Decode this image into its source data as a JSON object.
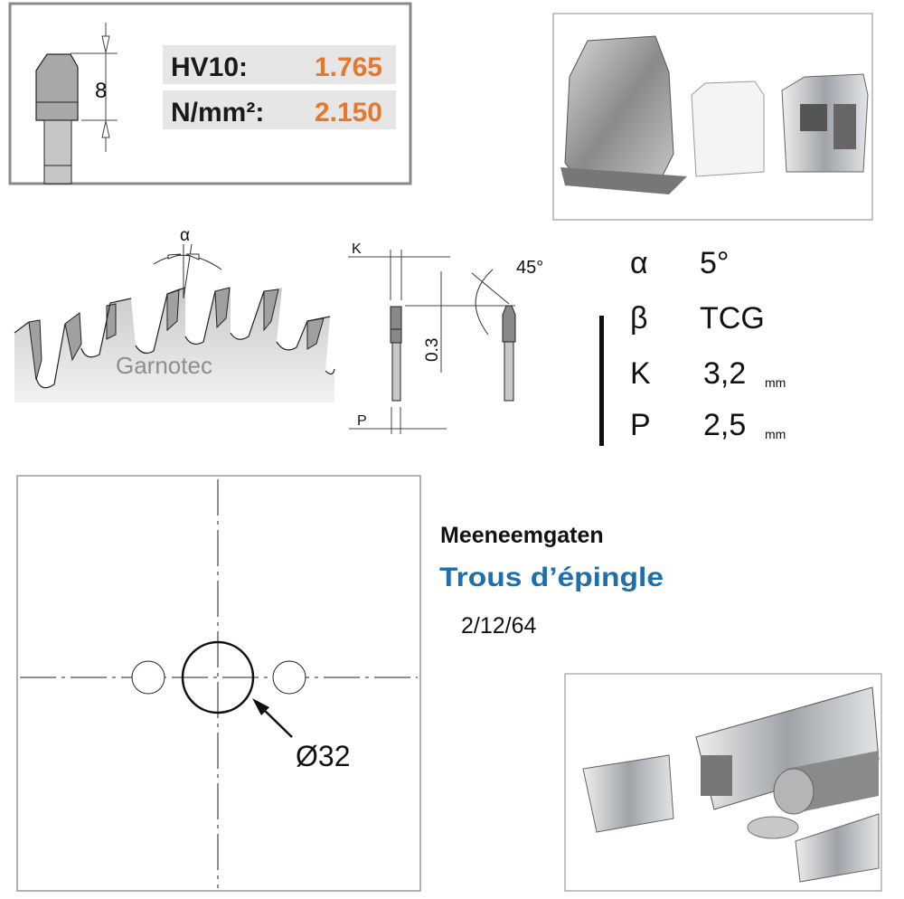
{
  "hardness": {
    "tooth_height_label": "8",
    "rows": [
      {
        "label": "HV10:",
        "value": "1.765"
      },
      {
        "label": "N/mm²:",
        "value": "2.150"
      }
    ]
  },
  "geometry": {
    "alpha_symbol": "α",
    "brand_watermark": "Garnotec",
    "k_label": "K",
    "p_label": "P",
    "chamfer_height": "0.3",
    "chamfer_angle": "45°"
  },
  "specs": [
    {
      "symbol": "α",
      "value": "5°",
      "unit": ""
    },
    {
      "symbol": "β",
      "value": "TCG",
      "unit": ""
    },
    {
      "symbol": "K",
      "value": "3,2",
      "unit": "mm"
    },
    {
      "symbol": "P",
      "value": "2,5",
      "unit": "mm"
    }
  ],
  "bore": {
    "diameter_label": "Ø32",
    "title_nl": "Meeneemgaten",
    "title_fr": "Trous d’épingle",
    "pinholes": "2/12/64"
  },
  "colors": {
    "accent_orange": "#e8772e",
    "accent_blue": "#1d6fae",
    "panel_gray": "#e6e6e6"
  }
}
